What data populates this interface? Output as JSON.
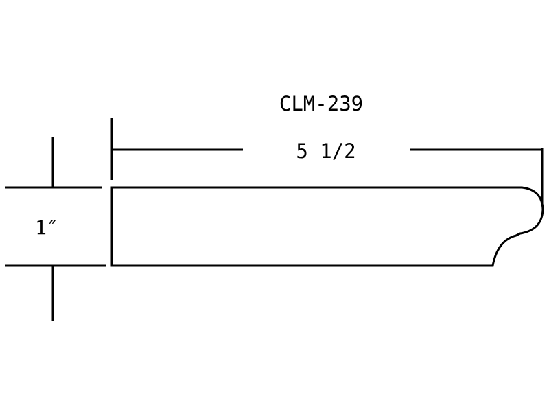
{
  "drawing": {
    "part_number": "CLM-239",
    "width_dimension": "5 1/2",
    "thickness_dimension": "1″",
    "line_color": "#000000",
    "background": "#ffffff"
  }
}
